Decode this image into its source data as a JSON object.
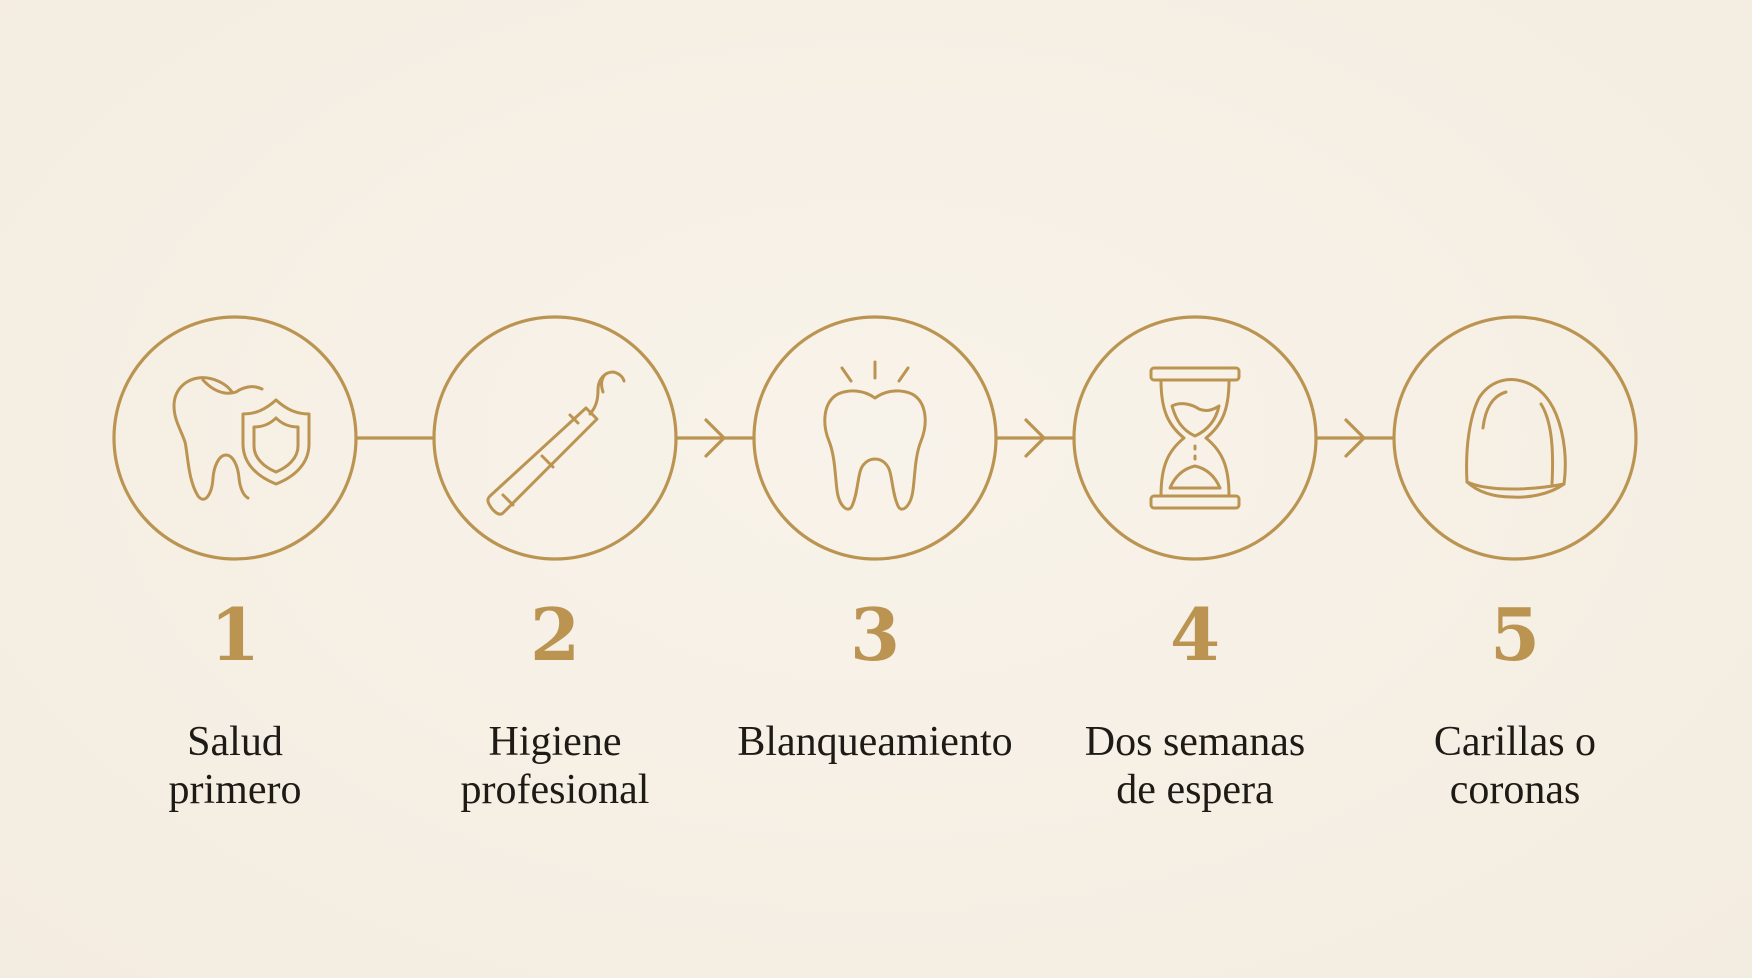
{
  "colors": {
    "background": "#f6f0e6",
    "accent": "#bb9452",
    "text": "#1e1b17"
  },
  "steps": [
    {
      "number": "1",
      "label": "Salud\nprimero",
      "icon": "tooth-shield-icon"
    },
    {
      "number": "2",
      "label": "Higiene\nprofesional",
      "icon": "dental-scaler-icon"
    },
    {
      "number": "3",
      "label": "Blanqueamiento",
      "icon": "shining-tooth-icon"
    },
    {
      "number": "4",
      "label": "Dos semanas\nde espera",
      "icon": "hourglass-icon"
    },
    {
      "number": "5",
      "label": "Carillas o\ncoronas",
      "icon": "crown-veneer-icon"
    }
  ],
  "connectors": [
    {
      "from": "1",
      "to": "2",
      "arrow": false
    },
    {
      "from": "2",
      "to": "3",
      "arrow": true
    },
    {
      "from": "3",
      "to": "4",
      "arrow": true
    },
    {
      "from": "4",
      "to": "5",
      "arrow": true
    }
  ]
}
